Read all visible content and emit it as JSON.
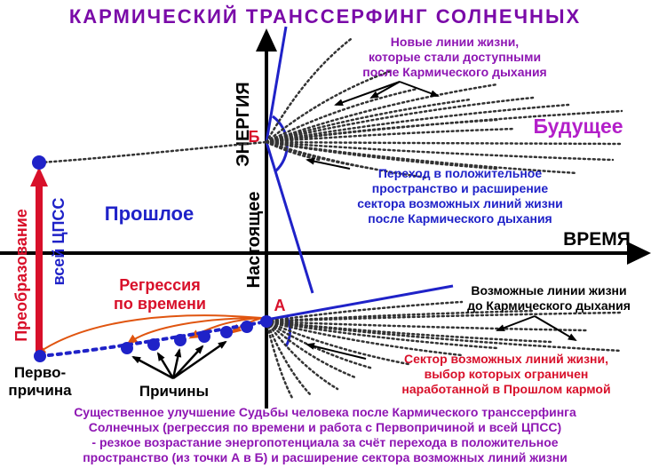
{
  "title": "КАРМИЧЕСКИЙ ТРАНССЕРФИНГ СОЛНЕЧНЫХ",
  "axes": {
    "energy": "ЭНЕРГИЯ",
    "time": "ВРЕМЯ",
    "present": "Настоящее"
  },
  "points": {
    "a": "А",
    "b": "Б"
  },
  "labels": {
    "past": "Прошлое",
    "future": "Будущее",
    "new_lines": [
      "Новые линии жизни,",
      "которые стали доступными",
      "после Кармического дыхания"
    ],
    "transition": [
      "Переход в положительное",
      "пространство и расширение",
      "сектора возможных линий жизни",
      "после Кармического дыхания"
    ],
    "possible_lines": [
      "Возможные линии жизни",
      "до Кармического дыхания"
    ],
    "sector": [
      "Сектор возможных линий жизни,",
      "выбор которых ограничен",
      "наработанной в Прошлом кармой"
    ],
    "regression": [
      "Регрессия",
      "по времени"
    ],
    "transformation": [
      "Преобразование",
      "всей ЦПСС"
    ],
    "first_cause": [
      "Перво-",
      "причина"
    ],
    "causes": "Причины"
  },
  "footer": [
    "Существенное улучшение Судьбы человека после Кармического транссерфинга",
    "Солнечных (регрессия по времени и работа с Первопричиной и всей ЦПСС)",
    "- резкое возрастание энергопотенциала за счёт перехода в положительное",
    "пространство (из точки А в Б) и расширение сектора возможных линий жизни"
  ],
  "colors": {
    "title": "#7a0aa8",
    "purple_text": "#8e16b3",
    "blue": "#1f22c8",
    "red": "#d8102a",
    "black": "#000000",
    "orange": "#e05510",
    "future": "#b31fc9"
  }
}
